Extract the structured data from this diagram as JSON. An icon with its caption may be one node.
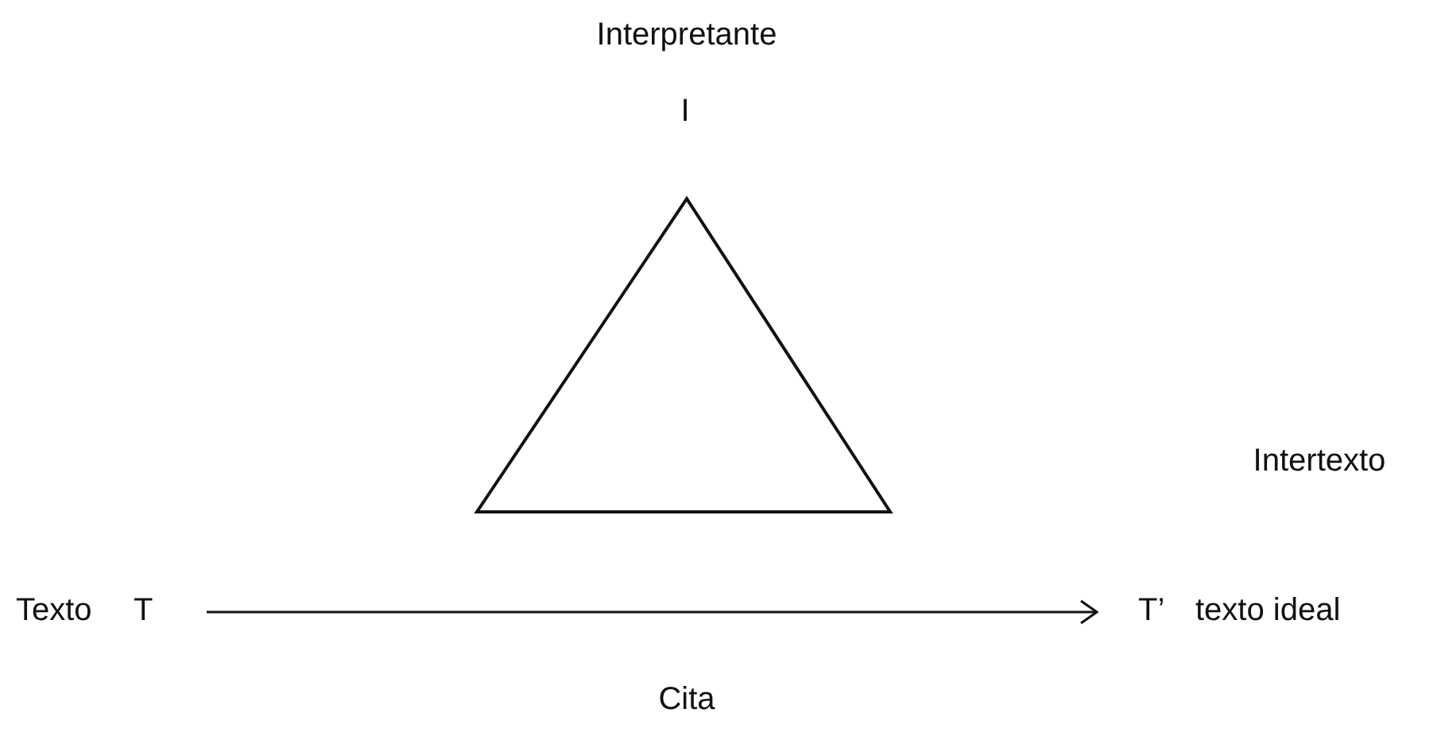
{
  "diagram": {
    "nodes": [
      {
        "text": [
          "T"
        ],
        "beside": [
          "Texto"
        ]
      },
      {
        "text": [
          "T’"
        ],
        "beside": [
          "texto ideal"
        ]
      }
    ],
    "edges": [
      {
        "from": 0,
        "to": 1,
        "arrow": "to",
        "label": "Cita"
      }
    ],
    "labels": [
      "Interpretante",
      "I",
      "Intertexto"
    ]
  }
}
